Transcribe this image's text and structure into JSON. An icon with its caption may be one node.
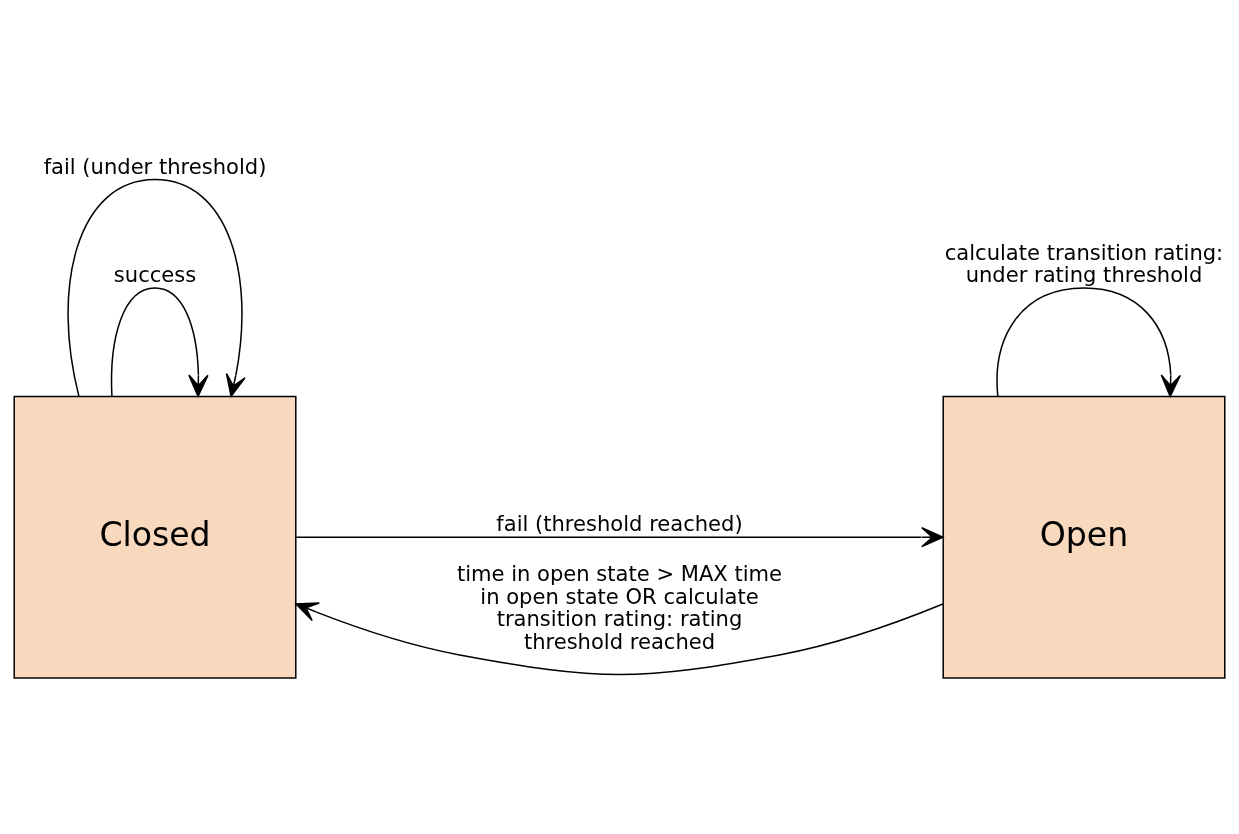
{
  "diagram": {
    "nodes": [
      {
        "text": [
          "Closed"
        ]
      },
      {
        "text": [
          "Open"
        ]
      }
    ],
    "edges": [
      {
        "from": 0,
        "to": 0,
        "arrow": "to",
        "label": "success"
      },
      {
        "from": 0,
        "to": 1,
        "arrow": "to",
        "label": "fail (threshold reached)"
      },
      {
        "from": 1,
        "to": 1,
        "arrow": "to",
        "label": "calculate transition rating: under rating threshold"
      },
      {
        "from": 1,
        "to": 0,
        "arrow": "to",
        "label": "time in open state > MAX time in open state OR calculate transition rating: rating threshold reached"
      },
      {
        "from": 0,
        "to": 0,
        "arrow": "to",
        "label": "fail (under threshold)"
      }
    ]
  }
}
